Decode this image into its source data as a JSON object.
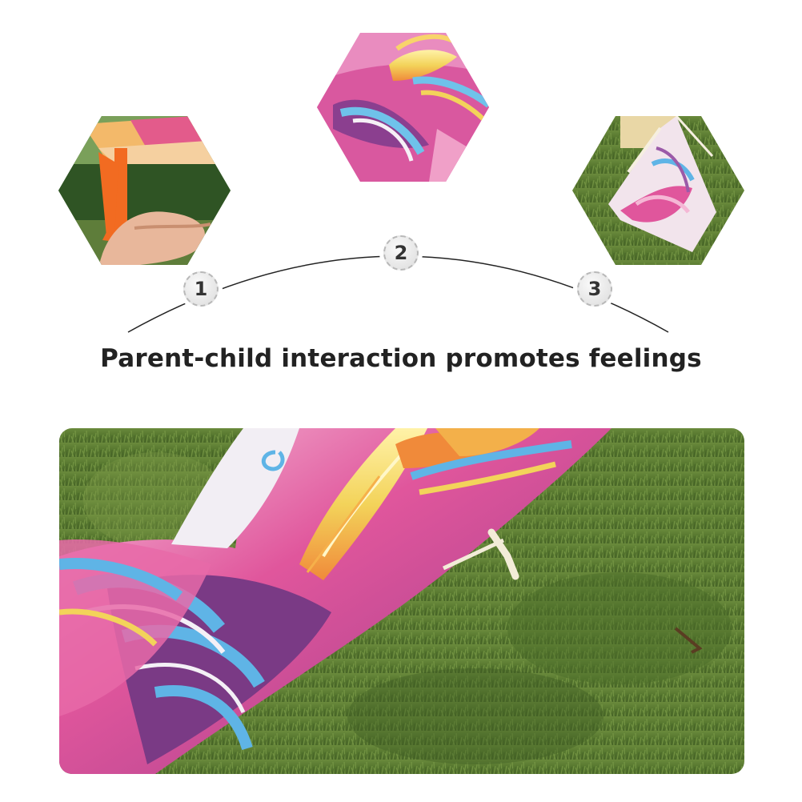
{
  "caption": "Parent-child interaction promotes feelings",
  "steps": [
    {
      "number": "1"
    },
    {
      "number": "2"
    },
    {
      "number": "3"
    }
  ],
  "colors": {
    "grass": "#5f7f35",
    "kite_pink": "#e0569c",
    "kite_purple": "#7a3a85",
    "kite_blue": "#5fb4e6",
    "kite_yellow": "#f3d35a",
    "kite_orange": "#f08a3a",
    "launcher_orange": "#f26b21"
  }
}
